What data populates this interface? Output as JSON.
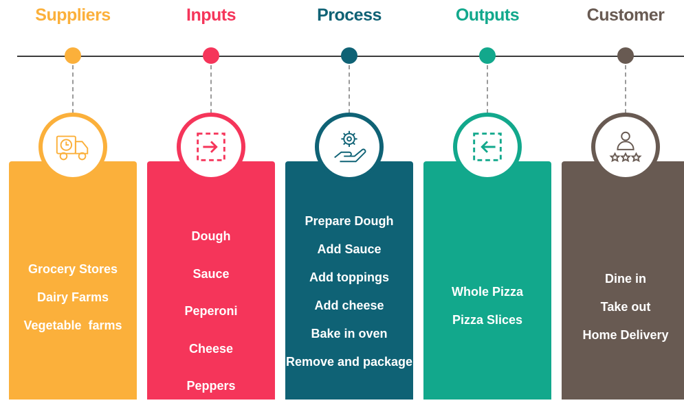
{
  "colors": {
    "suppliers": "#fbb03b",
    "inputs": "#f5355a",
    "process": "#0f6275",
    "outputs": "#12a88c",
    "customer": "#685a52",
    "line": "#3a3a3a"
  },
  "columns": [
    {
      "key": "suppliers",
      "title": "Suppliers",
      "icon": "delivery-truck-icon",
      "items": [
        "Grocery Stores",
        "Dairy Farms",
        "Vegetable  farms"
      ]
    },
    {
      "key": "inputs",
      "title": "Inputs",
      "icon": "input-arrow-icon",
      "items": [
        "Dough",
        "Sauce",
        "Peperoni",
        "Cheese",
        "Peppers"
      ]
    },
    {
      "key": "process",
      "title": "Process",
      "icon": "gear-hand-icon",
      "items": [
        "Prepare Dough",
        "Add Sauce",
        "Add toppings",
        "Add cheese",
        "Bake in oven",
        "Remove and package"
      ]
    },
    {
      "key": "outputs",
      "title": "Outputs",
      "icon": "output-arrow-icon",
      "items": [
        "Whole Pizza",
        "Pizza Slices"
      ]
    },
    {
      "key": "customer",
      "title": "Customer",
      "icon": "customer-rating-icon",
      "items": [
        "Dine in",
        "Take out",
        "Home Delivery"
      ]
    }
  ]
}
